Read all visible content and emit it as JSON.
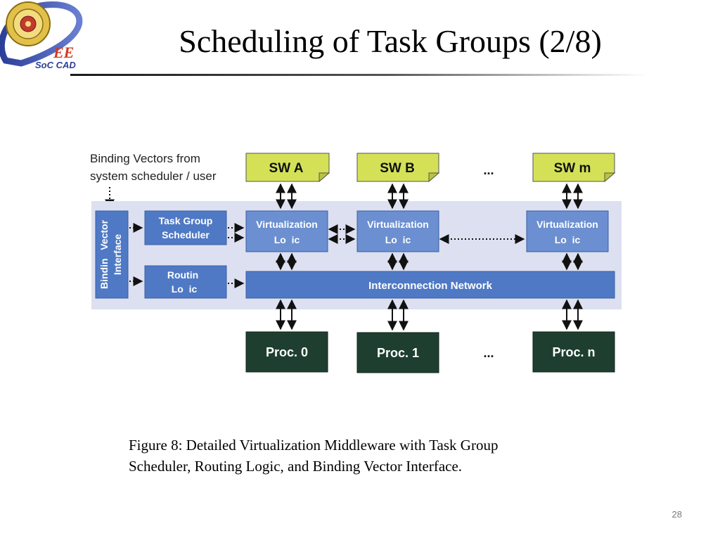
{
  "slide": {
    "title": "Scheduling of Task Groups (2/8)",
    "caption_line1": "Figure 8: Detailed Virtualization Middleware with Task Group",
    "caption_line2": "Scheduler, Routing Logic, and Binding Vector Interface.",
    "page_number": "28"
  },
  "logo": {
    "text_top": "EE",
    "text_bottom": "SoC CAD"
  },
  "diagram": {
    "binding_vectors_note_line1": "Binding Vectors from",
    "binding_vectors_note_line2": "system scheduler / user",
    "software": [
      {
        "label": "SW A"
      },
      {
        "label": "SW B"
      },
      {
        "label": "SW m"
      }
    ],
    "sw_ellipsis": "...",
    "binding_interface_line1": "Bindin   Vector",
    "binding_interface_line2": "Interface",
    "task_group_scheduler_line1": "Task Group",
    "task_group_scheduler_line2": "Scheduler",
    "routing_logic_line1": "Routin",
    "routing_logic_line2": "Lo  ic",
    "virtualization_line1": "Virtualization",
    "virtualization_line2": "Lo  ic",
    "interconnection_network": "Interconnection Network",
    "processors": [
      {
        "label": "Proc. 0"
      },
      {
        "label": "Proc. 1"
      },
      {
        "label": "Proc. n"
      }
    ],
    "proc_ellipsis": "..."
  },
  "colors": {
    "sw_fill": "#d4e157",
    "middleware_band": "#dde0f0",
    "component_blue": "#6b8fd0",
    "network_blue": "#4f79c4",
    "proc_fill": "#1e3f30"
  }
}
